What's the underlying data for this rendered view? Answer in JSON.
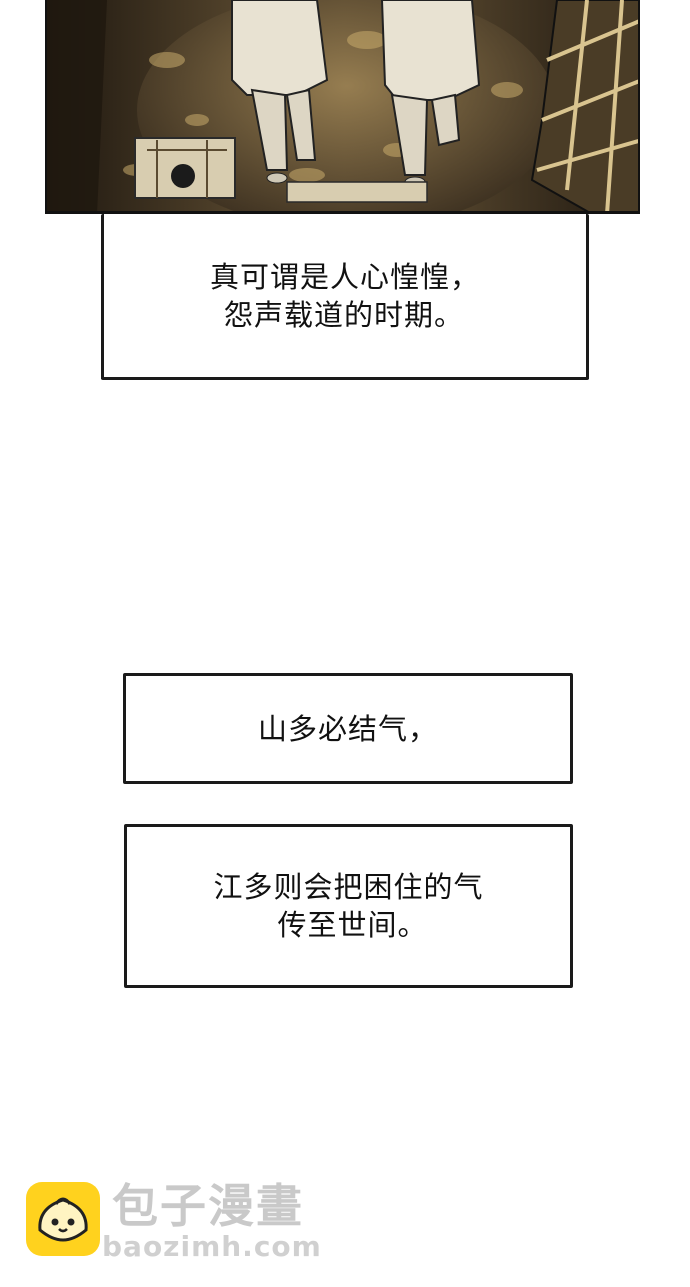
{
  "captions": [
    {
      "lines": [
        "真可谓是人心惶惶，",
        "怨声载道的时期。"
      ]
    },
    {
      "lines": [
        "山多必结气，"
      ]
    },
    {
      "lines": [
        "江多则会把困住的气",
        "传至世间。"
      ]
    }
  ],
  "watermark": {
    "title": "包子漫畫",
    "url": "baozimh.com"
  },
  "colors": {
    "panel_dark": "#3a2e1f",
    "panel_light": "#b89a62",
    "logo_yellow": "#ffd21e"
  }
}
